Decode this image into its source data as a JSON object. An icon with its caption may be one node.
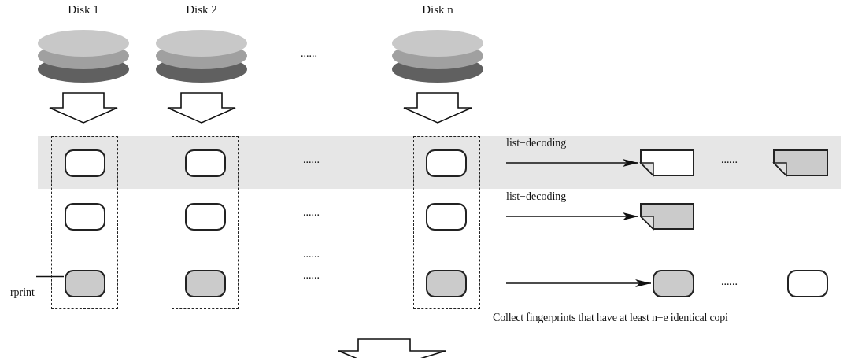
{
  "diagram": {
    "nodes": [
      {
        "text": [
          "Disk 1"
        ]
      },
      {
        "text": [
          "Disk 2"
        ]
      },
      {
        "text": [
          "Disk n"
        ]
      },
      {
        "text": [],
        "shape": "box"
      },
      {
        "text": [],
        "shape": "box",
        "in": 3
      },
      {
        "text": [],
        "shape": "box",
        "in": 3
      },
      {
        "text": [],
        "shape": "box",
        "in": 3
      },
      {
        "text": [],
        "shape": "box"
      },
      {
        "text": [],
        "shape": "box",
        "in": 7
      },
      {
        "text": [],
        "shape": "box",
        "in": 7
      },
      {
        "text": [],
        "shape": "box",
        "in": 7
      },
      {
        "text": [],
        "shape": "box"
      },
      {
        "text": [],
        "shape": "box",
        "in": 11
      },
      {
        "text": [],
        "shape": "box",
        "in": 11
      },
      {
        "text": [],
        "shape": "box",
        "in": 11
      },
      {
        "text": [
          "rprint"
        ]
      },
      {
        "text": [],
        "shape": "document"
      },
      {
        "text": [],
        "shape": "document"
      },
      {
        "text": [],
        "shape": "document"
      },
      {
        "text": [],
        "shape": "box"
      },
      {
        "text": [],
        "shape": "box"
      }
    ],
    "edges": [
      {
        "from": 0,
        "to": 3,
        "arrow": "to",
        "style": "thick"
      },
      {
        "from": 1,
        "to": 7,
        "arrow": "to",
        "style": "thick"
      },
      {
        "from": 2,
        "to": 11,
        "arrow": "to",
        "style": "thick"
      },
      {
        "from": 15,
        "to": 6,
        "arrow": "none"
      },
      {
        "from": null,
        "to": 16,
        "arrow": "to",
        "label": "list−decoding"
      },
      {
        "from": null,
        "to": 18,
        "arrow": "to",
        "label": "list−decoding"
      },
      {
        "from": null,
        "to": 19,
        "arrow": "to"
      }
    ],
    "labels": [
      "......",
      "......",
      "......",
      "......",
      "......",
      "......",
      "......",
      "Collect fingerprints that have at least n−e identical copi"
    ]
  }
}
